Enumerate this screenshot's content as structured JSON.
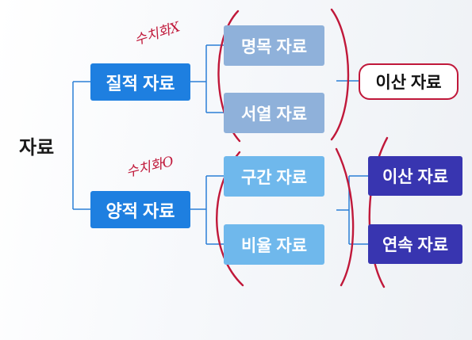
{
  "root": {
    "label": "자료"
  },
  "categories": {
    "qualitative": {
      "label": "질적 자료",
      "annotation": "수치화X"
    },
    "quantitative": {
      "label": "양적 자료",
      "annotation": "수치화O"
    }
  },
  "scales": {
    "nominal": "명목 자료",
    "ordinal": "서열 자료",
    "interval": "구간 자료",
    "ratio": "비율 자료"
  },
  "results": {
    "qualitative_discrete": "이산 자료",
    "quantitative_discrete": "이산 자료",
    "continuous": "연속 자료"
  },
  "colors": {
    "category_box": "#1e7fe0",
    "qualitative_scale_box": "#8fb1da",
    "quantitative_scale_box": "#6fb8ec",
    "result_box": "#3835b0",
    "connector": "#2b7fd6",
    "annotation_ink": "#c0183a"
  }
}
